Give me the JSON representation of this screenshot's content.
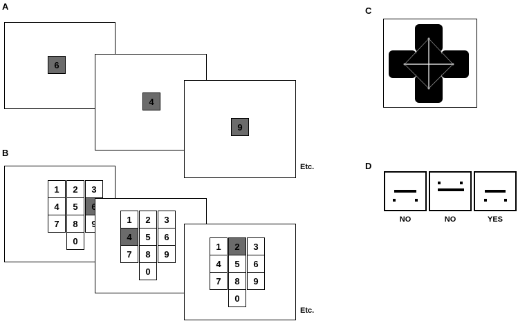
{
  "panels": {
    "a": {
      "label": "A",
      "digits": [
        "6",
        "4",
        "9"
      ],
      "etc": "Etc."
    },
    "b": {
      "label": "B",
      "keypads": [
        {
          "keys": [
            "1",
            "2",
            "3",
            "4",
            "5",
            "6",
            "7",
            "8",
            "9",
            "0"
          ],
          "highlight": "6"
        },
        {
          "keys": [
            "1",
            "2",
            "3",
            "4",
            "5",
            "6",
            "7",
            "8",
            "9",
            "0"
          ],
          "highlight": "4"
        },
        {
          "keys": [
            "1",
            "2",
            "3",
            "4",
            "5",
            "6",
            "7",
            "8",
            "9",
            "0"
          ],
          "highlight": "2"
        }
      ],
      "etc": "Etc."
    },
    "c": {
      "label": "C"
    },
    "d": {
      "label": "D",
      "items": [
        {
          "caption": "NO"
        },
        {
          "caption": "NO"
        },
        {
          "caption": "YES"
        }
      ]
    }
  }
}
